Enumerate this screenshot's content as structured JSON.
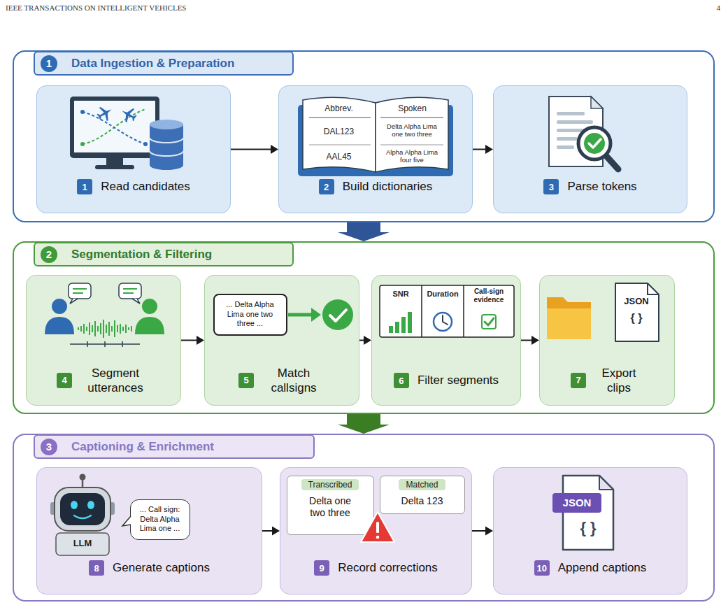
{
  "diagram": {
    "nodes": [
      {
        "text": [
          "1",
          "Data Ingestion & Preparation"
        ]
      },
      {
        "text": [
          "1",
          "Read candidates"
        ],
        "in": 0
      },
      {
        "text": [
          "2",
          "Build dictionaries"
        ],
        "in": 0
      },
      {
        "text": [
          "3",
          "Parse tokens"
        ],
        "in": 0
      },
      {
        "text": [
          "2",
          "Segmentation & Filtering"
        ]
      },
      {
        "text": [
          "4",
          "Segment utterances"
        ],
        "in": 4
      },
      {
        "text": [
          "5",
          "Match callsigns"
        ],
        "in": 4
      },
      {
        "text": [
          "... Delta Alpha Lima one two three ..."
        ],
        "in": 6
      },
      {
        "text": [
          "6",
          "Filter segments"
        ],
        "in": 4
      },
      {
        "text": [
          "7",
          "Export clips"
        ],
        "in": 4
      },
      {
        "text": [
          "3",
          "Captioning & Enrichment"
        ]
      },
      {
        "text": [
          "8",
          "Generate captions"
        ],
        "in": 10
      },
      {
        "text": [
          "... Call sign: Delta Alpha Lima one ..."
        ],
        "in": 11
      },
      {
        "text": [
          "9",
          "Record corrections"
        ],
        "in": 10
      },
      {
        "text": [
          "Transcribed",
          "Delta one two three"
        ],
        "in": 13
      },
      {
        "text": [
          "Matched",
          "Delta 123"
        ],
        "in": 13
      },
      {
        "text": [
          "10",
          "Append captions"
        ],
        "in": 10
      }
    ],
    "edges": [
      {
        "from": 0,
        "to": 4,
        "arrow": "to"
      },
      {
        "from": 4,
        "to": 10,
        "arrow": "to"
      },
      {
        "from": 1,
        "to": 2,
        "arrow": "to"
      },
      {
        "from": 2,
        "to": 3,
        "arrow": "to"
      },
      {
        "from": 5,
        "to": 6,
        "arrow": "to"
      },
      {
        "from": 6,
        "to": 8,
        "arrow": "to"
      },
      {
        "from": 8,
        "to": 9,
        "arrow": "to"
      },
      {
        "from": 11,
        "to": 13,
        "arrow": "to"
      },
      {
        "from": 13,
        "to": 16,
        "arrow": "to"
      }
    ],
    "labels": [
      "IEEE TRANSACTIONS ON INTELLIGENT VEHICLES",
      "4",
      "Abbrev.",
      "Spoken",
      "DAL123",
      "Delta Alpha Lima one two three",
      "AAL45",
      "Alpha Alpha Lima four five",
      "SNR",
      "Duration",
      "Call-sign evidence",
      "JSON",
      "{ }",
      "LLM",
      "JSON",
      "{ }"
    ]
  }
}
